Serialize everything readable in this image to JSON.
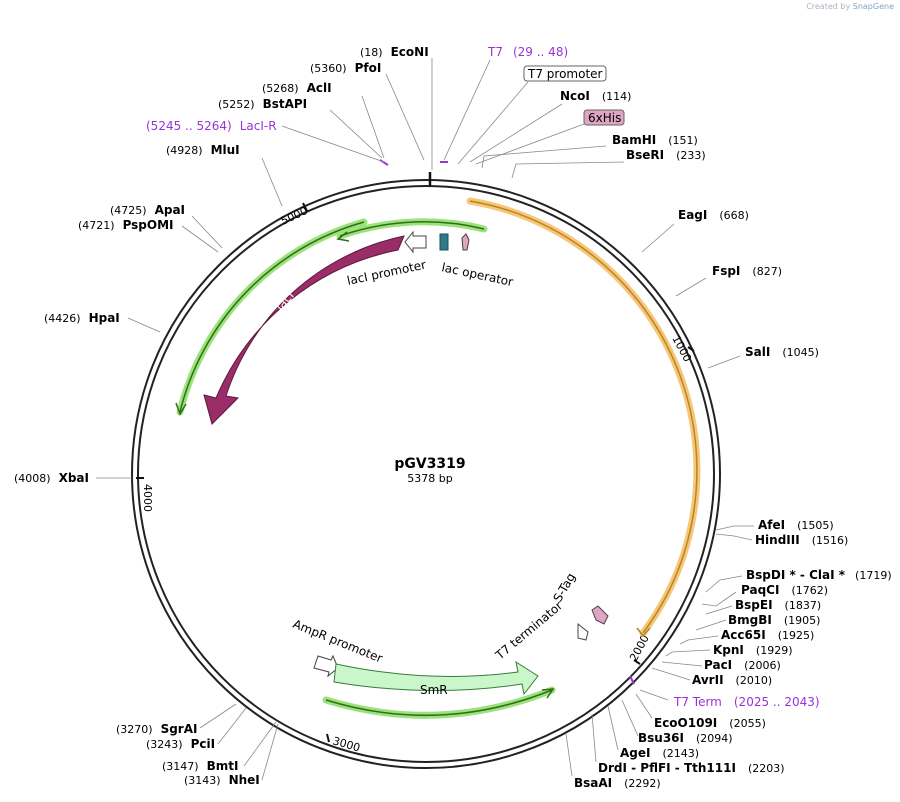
{
  "credit": {
    "prefix": "Created by",
    "brand": "SnapGene"
  },
  "plasmid": {
    "name": "pGV3319",
    "length": "5378 bp",
    "total_bp": 5378
  },
  "ruler_ticks": [
    "1000",
    "2000",
    "3000",
    "4000",
    "5000"
  ],
  "sites": [
    {
      "id": "econi",
      "name": "EcoNI",
      "pos": "(18)"
    },
    {
      "id": "pfoi",
      "name": "PfoI",
      "pos": "(5360)"
    },
    {
      "id": "acli",
      "name": "AclI",
      "pos": "(5268)"
    },
    {
      "id": "bstapi",
      "name": "BstAPI",
      "pos": "(5252)"
    },
    {
      "id": "mlui",
      "name": "MluI",
      "pos": "(4928)"
    },
    {
      "id": "apai",
      "name": "ApaI",
      "pos": "(4725)"
    },
    {
      "id": "pspomi",
      "name": "PspOMI",
      "pos": "(4721)"
    },
    {
      "id": "hpai",
      "name": "HpaI",
      "pos": "(4426)"
    },
    {
      "id": "xbai",
      "name": "XbaI",
      "pos": "(4008)"
    },
    {
      "id": "sgrai",
      "name": "SgrAI",
      "pos": "(3270)"
    },
    {
      "id": "pcii",
      "name": "PciI",
      "pos": "(3243)"
    },
    {
      "id": "bmti",
      "name": "BmtI",
      "pos": "(3147)"
    },
    {
      "id": "nhei",
      "name": "NheI",
      "pos": "(3143)"
    },
    {
      "id": "ncoi",
      "name": "NcoI",
      "pos": "(114)"
    },
    {
      "id": "bamhi",
      "name": "BamHI",
      "pos": "(151)"
    },
    {
      "id": "beri",
      "name": "BseRI",
      "pos": "(233)"
    },
    {
      "id": "eagi",
      "name": "EagI",
      "pos": "(668)"
    },
    {
      "id": "fspi",
      "name": "FspI",
      "pos": "(827)"
    },
    {
      "id": "sali",
      "name": "SalI",
      "pos": "(1045)"
    },
    {
      "id": "afei",
      "name": "AfeI",
      "pos": "(1505)"
    },
    {
      "id": "hindiii",
      "name": "HindIII",
      "pos": "(1516)"
    },
    {
      "id": "bspdi",
      "name": "BspDI * - ClaI *",
      "pos": "(1719)"
    },
    {
      "id": "paqci",
      "name": "PaqCI",
      "pos": "(1762)"
    },
    {
      "id": "bspei",
      "name": "BspEI",
      "pos": "(1837)"
    },
    {
      "id": "bmgbi",
      "name": "BmgBI",
      "pos": "(1905)"
    },
    {
      "id": "acc65i",
      "name": "Acc65I",
      "pos": "(1925)"
    },
    {
      "id": "kpni",
      "name": "KpnI",
      "pos": "(1929)"
    },
    {
      "id": "paci",
      "name": "PacI",
      "pos": "(2006)"
    },
    {
      "id": "avrii",
      "name": "AvrII",
      "pos": "(2010)"
    },
    {
      "id": "eco0109i",
      "name": "EcoO109I",
      "pos": "(2055)"
    },
    {
      "id": "bsu36i",
      "name": "Bsu36I",
      "pos": "(2094)"
    },
    {
      "id": "agei",
      "name": "AgeI",
      "pos": "(2143)"
    },
    {
      "id": "drdi",
      "name": "DrdI - PflFI - Tth111I",
      "pos": "(2203)"
    },
    {
      "id": "bsaai",
      "name": "BsaAI",
      "pos": "(2292)"
    }
  ],
  "features": {
    "t7": {
      "name": "T7",
      "range": "(29 .. 48)"
    },
    "laci_r": {
      "name": "LacI-R",
      "range": "(5245 .. 5264)"
    },
    "t7_term": {
      "name": "T7 Term",
      "range": "(2025 .. 2043)"
    },
    "t7_promoter": "T7 promoter",
    "his6": "6xHis",
    "laci": "lacI",
    "laci_promoter": "lacI promoter",
    "lac_operator": "lac operator",
    "ampr_promoter": "AmpR promoter",
    "smr": "SmR",
    "t7_terminator": "T7 terminator",
    "s_tag": "S-Tag"
  },
  "colors": {
    "laci": "#9a2d67",
    "smr": "#c9f7c9",
    "orf_highlight": "#f6c67a",
    "green_highlight": "#9be27a",
    "his6": "#e0a5c2",
    "lac_operator": "#2e7a8a",
    "primer": "#9a33d6"
  }
}
